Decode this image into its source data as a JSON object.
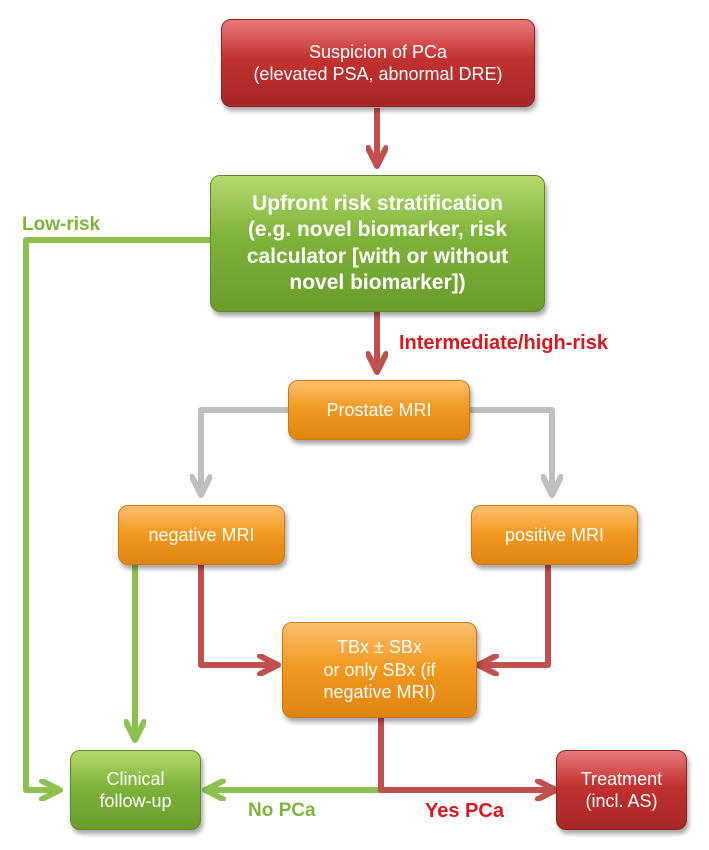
{
  "nodes": {
    "suspicion": {
      "lines": [
        "Suspicion of PCa",
        "(elevated PSA, abnormal DRE)"
      ],
      "color": "#c2312f"
    },
    "risk": {
      "lines": [
        "Upfront risk stratification",
        "(e.g. novel biomarker, risk",
        "calculator [with or without",
        "novel biomarker])"
      ],
      "color": "#7fb33a"
    },
    "mri": {
      "lines": [
        "Prostate MRI"
      ],
      "color": "#f39a22"
    },
    "negative": {
      "lines": [
        "negative MRI"
      ],
      "color": "#f39a22"
    },
    "positive": {
      "lines": [
        "positive MRI"
      ],
      "color": "#f39a22"
    },
    "biopsy": {
      "lines": [
        "TBx ± SBx",
        "or only SBx (if",
        "negative MRI)"
      ],
      "color": "#f39a22"
    },
    "followup": {
      "lines": [
        "Clinical",
        "follow-up"
      ],
      "color": "#7fb33a"
    },
    "treatment": {
      "lines": [
        "Treatment",
        "(incl. AS)"
      ],
      "color": "#c2312f"
    }
  },
  "edge_labels": {
    "low_risk": "Low-risk",
    "intermediate": "Intermediate/high-risk",
    "no_pca": "No PCa",
    "yes_pca": "Yes PCa"
  },
  "colors": {
    "red_arrow": "#c0504d",
    "green_arrow": "#8cc152",
    "gray_arrow": "#bfbfbf",
    "green_label": "#7fb33a",
    "red_label": "#d7191f"
  }
}
